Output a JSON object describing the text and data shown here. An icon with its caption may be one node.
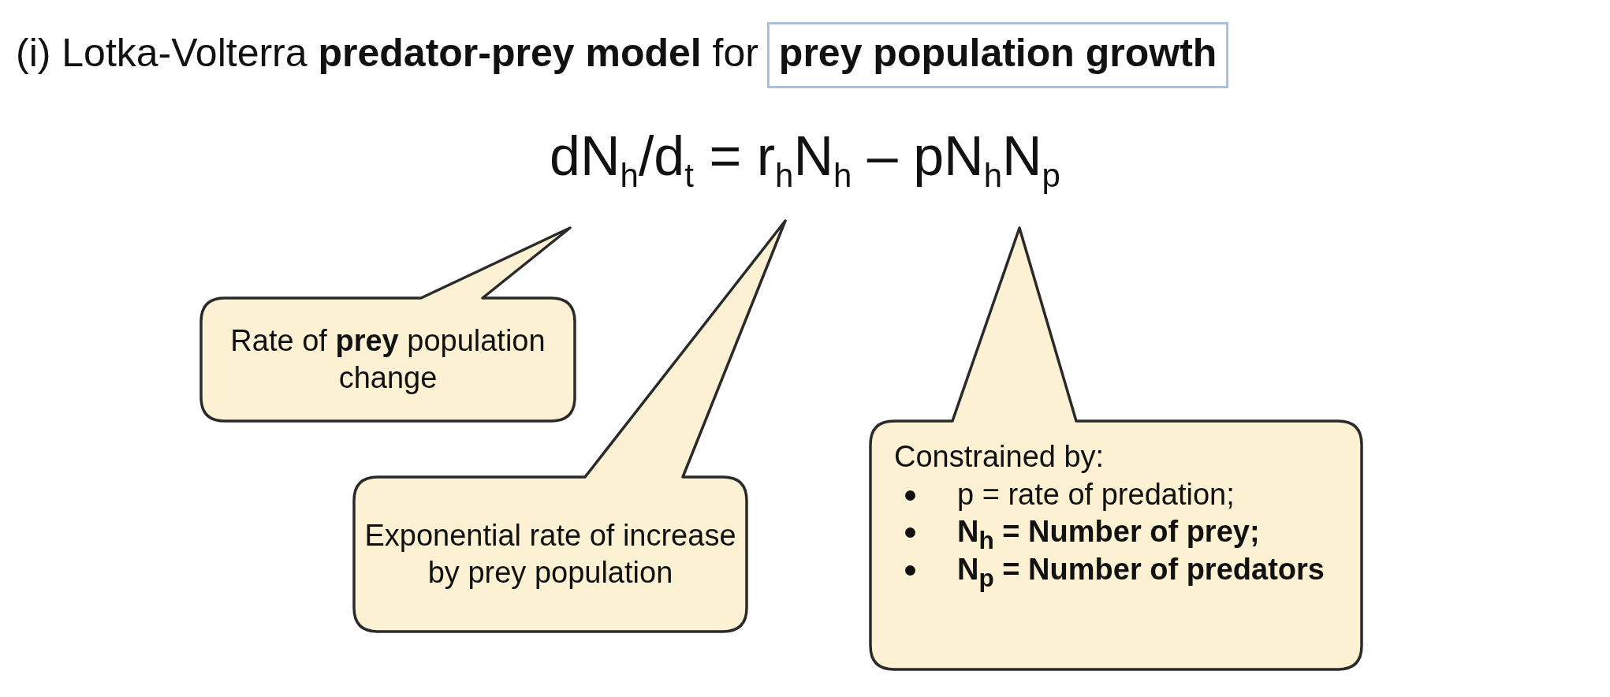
{
  "diagram": {
    "title": "(i) Lotka-Volterra **predator-prey model** for **prey population growth**",
    "nodes": [
      {
        "text": [
          "Rate of **prey** population change"
        ]
      },
      {
        "text": [
          "Exponential rate of increase by prey population"
        ]
      },
      {
        "text": [
          "Constrained by:",
          "p =  rate of predation;",
          "N$_{h}$ = Number of prey;",
          "N$_{p}$ = Number of predators"
        ]
      }
    ],
    "labels": [
      "dN$_{h}$/d$_{t}$ = r$_{h}$N$_{h}$ – pN$_{h}$N$_{p}$"
    ]
  }
}
